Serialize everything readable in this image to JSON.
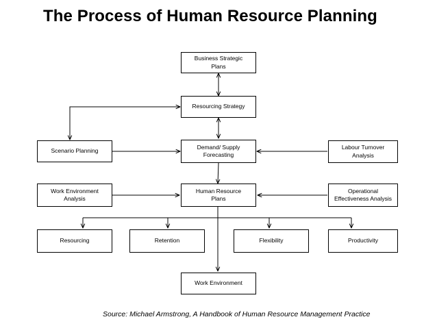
{
  "title": "The Process of Human Resource Planning",
  "nodes": {
    "business_strategic_plans": "Business Strategic\nPlans",
    "resourcing_strategy": "Resourcing Strategy",
    "scenario_planning": "Scenario Planning",
    "demand_supply_forecasting": "Demand/ Supply\nForecasting",
    "labour_turnover_analysis": "Labour Turnover\nAnalysis",
    "work_environment_analysis": "Work Environment\nAnalysis",
    "human_resource_plans": "Human Resource\nPlans",
    "operational_effectiveness_analysis": "Operational\nEffectiveness Analysis",
    "resourcing": "Resourcing",
    "retention": "Retention",
    "flexibility": "Flexibility",
    "productivity": "Productivity",
    "work_environment": "Work Environment"
  },
  "source": "Source: Michael Armstrong, A Handbook of Human Resource Management Practice"
}
